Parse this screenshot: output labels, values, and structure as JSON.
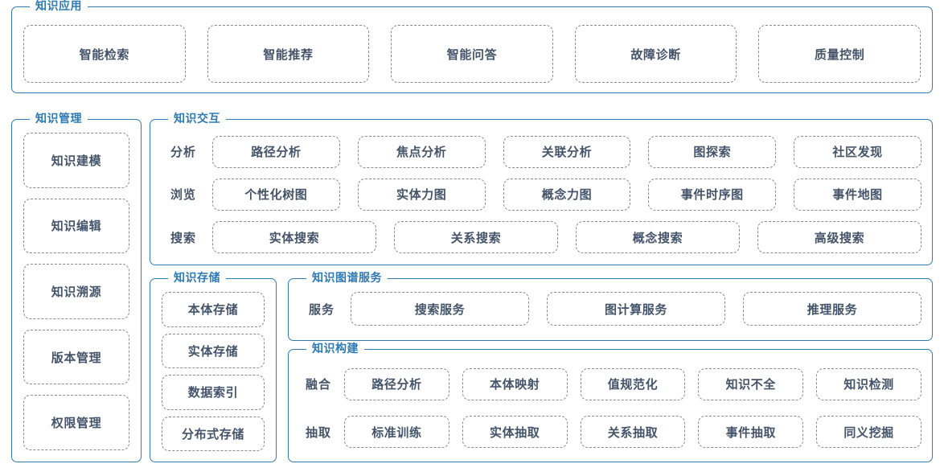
{
  "colors": {
    "group_border": "#2f7cb5",
    "legend_text": "#2e7ab4",
    "chip_border": "#8a8a8a",
    "chip_text": "#44546a",
    "background": "#ffffff"
  },
  "application": {
    "legend": "知识应用",
    "items": [
      {
        "label": "智能检索"
      },
      {
        "label": "智能推荐"
      },
      {
        "label": "智能问答"
      },
      {
        "label": "故障诊断"
      },
      {
        "label": "质量控制"
      }
    ]
  },
  "management": {
    "legend": "知识管理",
    "items": [
      {
        "label": "知识建模"
      },
      {
        "label": "知识编辑"
      },
      {
        "label": "知识溯源"
      },
      {
        "label": "版本管理"
      },
      {
        "label": "权限管理"
      }
    ]
  },
  "interaction": {
    "legend": "知识交互",
    "rows": [
      {
        "label": "分析",
        "items": [
          {
            "label": "路径分析"
          },
          {
            "label": "焦点分析"
          },
          {
            "label": "关联分析"
          },
          {
            "label": "图探索"
          },
          {
            "label": "社区发现"
          }
        ]
      },
      {
        "label": "浏览",
        "items": [
          {
            "label": "个性化树图"
          },
          {
            "label": "实体力图"
          },
          {
            "label": "概念力图"
          },
          {
            "label": "事件时序图"
          },
          {
            "label": "事件地图"
          }
        ]
      },
      {
        "label": "搜索",
        "items": [
          {
            "label": "实体搜索"
          },
          {
            "label": "关系搜索"
          },
          {
            "label": "概念搜索"
          },
          {
            "label": "高级搜索"
          }
        ]
      }
    ]
  },
  "storage": {
    "legend": "知识存储",
    "items": [
      {
        "label": "本体存储"
      },
      {
        "label": "实体存储"
      },
      {
        "label": "数据索引"
      },
      {
        "label": "分布式存储"
      }
    ]
  },
  "service": {
    "legend": "知识图谱服务",
    "rows": [
      {
        "label": "服务",
        "items": [
          {
            "label": "搜索服务"
          },
          {
            "label": "图计算服务"
          },
          {
            "label": "推理服务"
          }
        ]
      }
    ]
  },
  "construction": {
    "legend": "知识构建",
    "rows": [
      {
        "label": "融合",
        "items": [
          {
            "label": "路径分析"
          },
          {
            "label": "本体映射"
          },
          {
            "label": "值规范化"
          },
          {
            "label": "知识不全"
          },
          {
            "label": "知识检测"
          }
        ]
      },
      {
        "label": "抽取",
        "items": [
          {
            "label": "标准训练"
          },
          {
            "label": "实体抽取"
          },
          {
            "label": "关系抽取"
          },
          {
            "label": "事件抽取"
          },
          {
            "label": "同义挖掘"
          }
        ]
      }
    ]
  }
}
